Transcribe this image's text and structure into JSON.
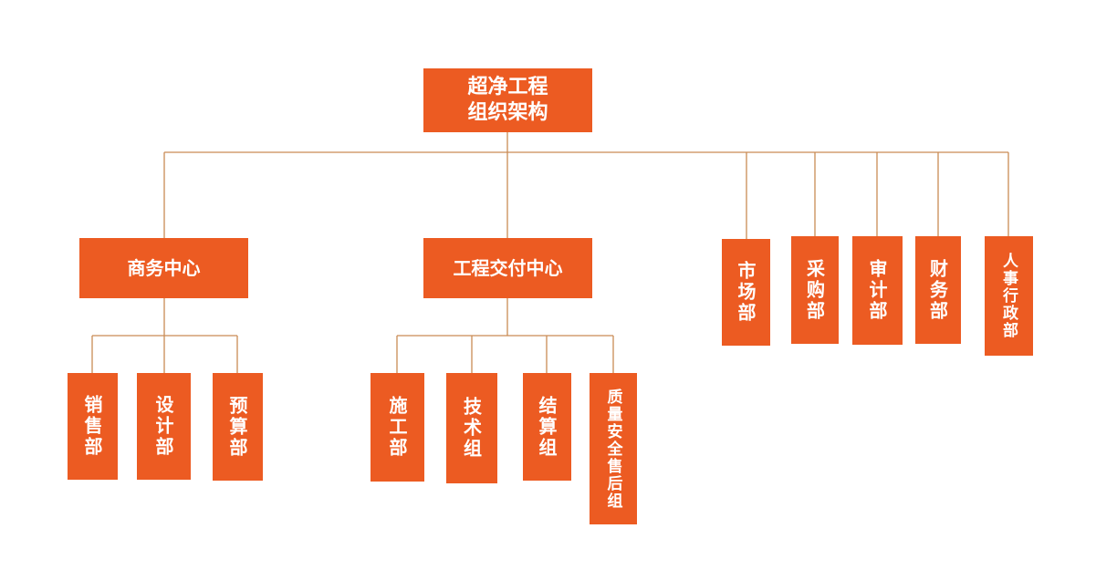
{
  "root": {
    "line1": "超净工程",
    "line2": "组织架构"
  },
  "centers": {
    "business": "商务中心",
    "delivery": "工程交付中心"
  },
  "business_units": {
    "sales": "销售部",
    "design": "设计部",
    "budget": "预算部"
  },
  "delivery_units": {
    "construction": "施工部",
    "tech": "技术组",
    "settlement": "结算组",
    "quality": "质量安全售后组"
  },
  "departments": {
    "market": "市场部",
    "purchase": "采购部",
    "audit": "审计部",
    "finance": "财务部",
    "hr_admin": "人事行政部"
  },
  "colors": {
    "box": "#ec5b22",
    "connector": "#c98b55",
    "text": "#ffffff"
  }
}
